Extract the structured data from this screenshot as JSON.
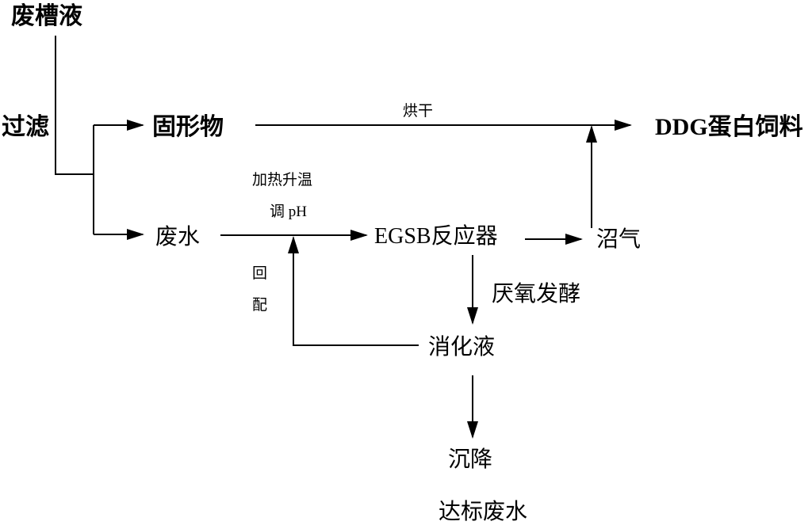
{
  "nodes": {
    "waste_vinasse": "废槽液",
    "filtration": "过滤",
    "solids": "固形物",
    "ddg_feed": "DDG蛋白饲料",
    "wastewater": "废水",
    "egsb_reactor": "EGSB反应器",
    "biogas": "沼气",
    "digestate": "消化液",
    "sedimentation": "沉降",
    "compliant_wastewater": "达标废水"
  },
  "edge_labels": {
    "drying": "烘干",
    "heating": "加热升温",
    "adjust_ph": "调 pH",
    "anaerobic_fermentation": "厌氧发酵",
    "recycle_1": "回",
    "recycle_2": "配"
  },
  "colors": {
    "ink": "#000000",
    "background": "#ffffff"
  }
}
